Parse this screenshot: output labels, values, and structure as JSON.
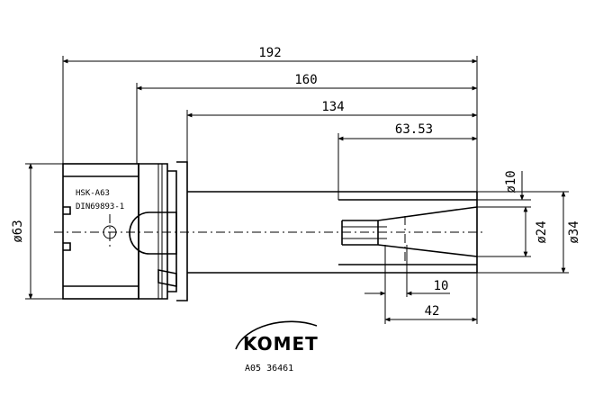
{
  "dimensions": {
    "d192": "192",
    "d160": "160",
    "d134": "134",
    "d63": "63.53",
    "d10": "10",
    "d42": "42",
    "dia63": "ø63",
    "dia10": "ø10",
    "dia24": "ø24",
    "dia34": "ø34"
  },
  "labels": {
    "hsk": "HSK-A63",
    "din": "DIN69893-1"
  },
  "brand": {
    "name": "KOMET",
    "code": "A05 36461"
  }
}
